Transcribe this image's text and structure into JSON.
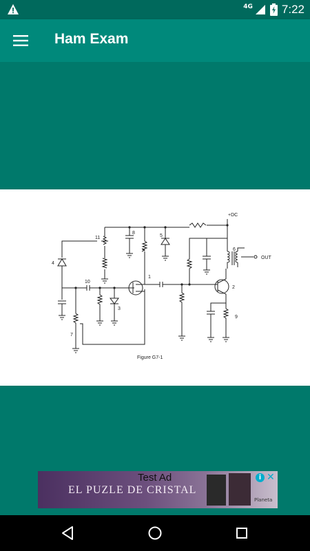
{
  "status_bar": {
    "network": "4G",
    "time": "7:22",
    "icons": [
      "warning-icon",
      "signal-icon",
      "battery-charging-icon"
    ]
  },
  "app_bar": {
    "title": "Ham Exam",
    "menu_icon": "menu-icon"
  },
  "figure": {
    "caption": "Figure G7-1",
    "labels": {
      "dc": "+DC",
      "out": "OUT",
      "n1": "1",
      "n2": "2",
      "n3": "3",
      "n4": "4",
      "n5": "5",
      "n6": "6",
      "n7": "7",
      "n8": "8",
      "n9": "9",
      "n10": "10",
      "n11": "11"
    }
  },
  "ad": {
    "label": "Test Ad",
    "text": "EL PUZLE DE CRISTAL",
    "brand": "Planeta",
    "info_icon": "info-icon",
    "close_icon": "close-icon"
  },
  "nav_bar": {
    "icons": [
      "back-icon",
      "home-icon",
      "recents-icon"
    ]
  },
  "colors": {
    "primary": "#00897b",
    "primary_dark": "#00695c",
    "background": "#00796b"
  }
}
